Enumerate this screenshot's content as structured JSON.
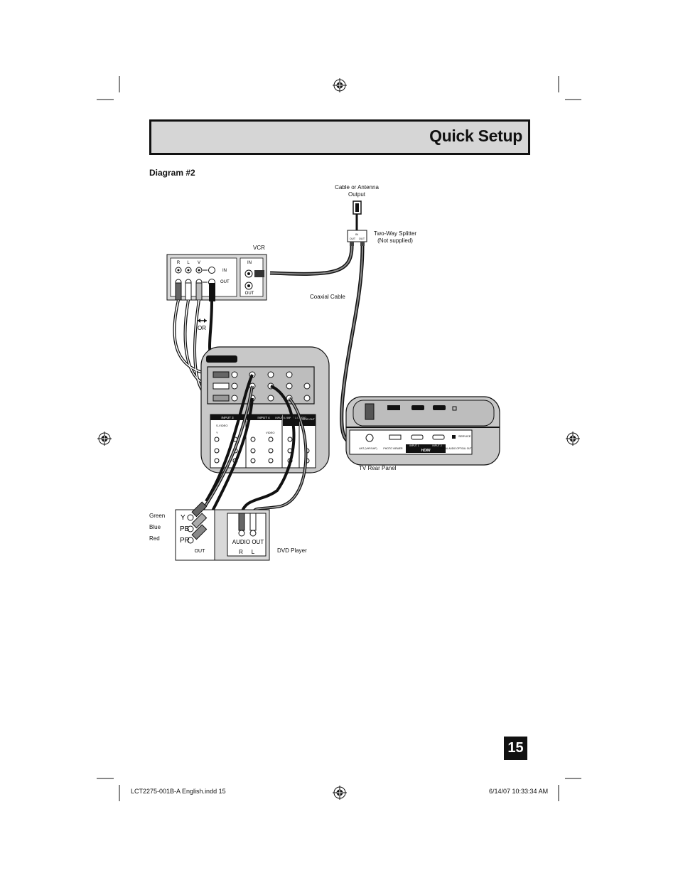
{
  "header": {
    "title": "Quick Setup"
  },
  "diagram_title": "Diagram #2",
  "labels": {
    "cable_output": "Cable or Antenna\nOutput",
    "splitter": "Two-Way Splitter\n(Not supplied)",
    "coaxial_cable": "Coaxial Cable",
    "vcr": "VCR",
    "or": "OR",
    "tv_rear_panel": "TV Rear Panel",
    "green": "Green",
    "blue": "Blue",
    "red": "Red",
    "dvd_player": "DVD Player"
  },
  "vcr_panel": {
    "r": "R",
    "l": "L",
    "v": "V",
    "in_left": "IN",
    "out_left": "OUT",
    "in_right": "IN",
    "out_right": "OUT"
  },
  "splitter_unit": {
    "in": "IN",
    "out1": "OUT",
    "out2": "OUT"
  },
  "tv_panel": {
    "input3": "INPUT 3",
    "input4": "INPUT 4",
    "input5": "INPUT 5 / INPUT 1 / AUDIO",
    "audio_out": "AUDIO OUT",
    "svideo": "S-VIDEO",
    "y": "Y",
    "video": "VIDEO",
    "ant_label": "ANT (VHF/UHF)",
    "photo_viewer": "PHOTO VIEWER",
    "hdmi_input1": "INPUT 1",
    "hdmi_input2": "INPUT 2",
    "digital_audio": "DIGITAL AUDIO OPTICAL OUT",
    "service": "SERVICE",
    "hdmi": "HDMI"
  },
  "dvd_panel": {
    "y": "Y",
    "pb": "PB",
    "pr": "PR",
    "out": "OUT",
    "audio_out": "AUDIO OUT",
    "r": "R",
    "l": "L"
  },
  "footer": {
    "file": "LCT2275-001B-A English.indd   15",
    "timestamp": "6/14/07   10:33:34 AM"
  },
  "page_number": "15"
}
